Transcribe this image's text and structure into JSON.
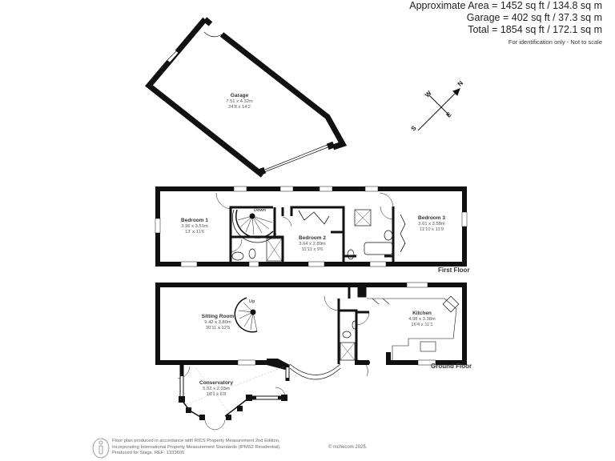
{
  "areas": {
    "approximate": "Approximate Area = 1452 sq ft / 134.8 sq m",
    "garage": "Garage = 402 sq ft / 37.3 sq m",
    "total": "Total = 1854 sq ft / 172.1 sq m",
    "note": "For identification only - Not to scale"
  },
  "compass": {
    "n": "N",
    "s": "S",
    "e": "E",
    "w": "W"
  },
  "rooms": {
    "garage": {
      "name": "Garage",
      "metric": "7.51 x 4.32m",
      "imperial": "24'8 x 14'2"
    },
    "bedroom1": {
      "name": "Bedroom 1",
      "metric": "3.96 x 3.51m",
      "imperial": "13' x 11'6"
    },
    "bedroom2": {
      "name": "Bedroom 2",
      "metric": "3.64 x 2.89m",
      "imperial": "11'11 x 9'6"
    },
    "bedroom3": {
      "name": "Bedroom 3",
      "metric": "3.61 x 3.58m",
      "imperial": "11'10 x 11'9"
    },
    "sitting": {
      "name": "Sitting Room",
      "metric": "9.42 x 3.80m",
      "imperial": "30'11 x 12'5"
    },
    "kitchen": {
      "name": "Kitchen",
      "metric": "4.98 x 3.38m",
      "imperial": "16'4 x 11'1"
    },
    "conservatory": {
      "name": "Conservatory",
      "metric": "5.52 x 2.03m",
      "imperial": "18'1 x 6'8"
    }
  },
  "stairs": {
    "down": "Down",
    "up": "Up"
  },
  "floors": {
    "first": "First Floor",
    "ground": "Ground Floor"
  },
  "footer": {
    "line1": "Floor plan produced in accordance with RICS Property Measurement 2nd Edition,",
    "line2": "Incorporating International Property Measurement Standards (IPMS2 Residential).",
    "line3": "Produced for Stags.   REF: 1333605",
    "copyright": "© nichecom 2025."
  }
}
